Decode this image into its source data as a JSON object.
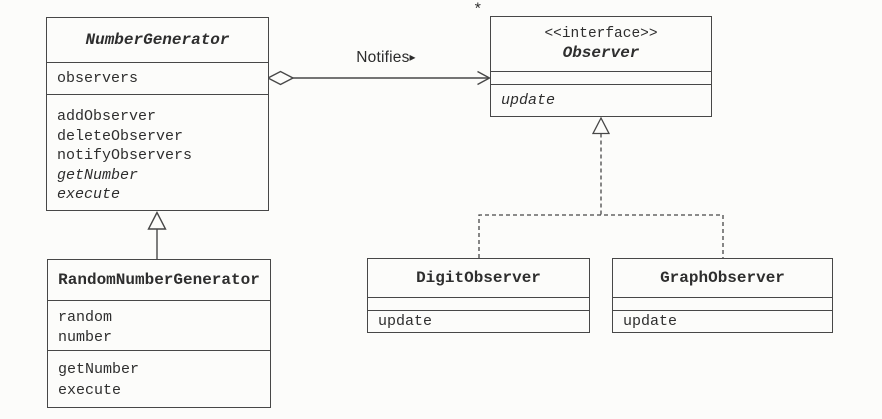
{
  "diagram": {
    "kind": "uml-class-diagram",
    "pattern_name": "Observer",
    "ink_color": "#474747",
    "background_color": "#fcfcfa"
  },
  "classes": {
    "number_generator": {
      "name": "NumberGenerator",
      "name_style": "bold-italic-abstract",
      "attributes": [
        "observers"
      ],
      "methods": [
        "addObserver",
        "deleteObserver",
        "notifyObservers",
        "getNumber",
        "execute"
      ]
    },
    "observer": {
      "stereotype": "<<interface>>",
      "name": "Observer",
      "name_style": "bold-italic-abstract",
      "attributes": [],
      "methods": [
        "update"
      ]
    },
    "random_number_generator": {
      "name": "RandomNumberGenerator",
      "name_style": "bold",
      "attributes": [
        "random",
        "number"
      ],
      "methods": [
        "getNumber",
        "execute"
      ]
    },
    "digit_observer": {
      "name": "DigitObserver",
      "name_style": "bold",
      "attributes": [],
      "methods": [
        "update"
      ]
    },
    "graph_observer": {
      "name": "GraphObserver",
      "name_style": "bold",
      "attributes": [],
      "methods": [
        "update"
      ]
    }
  },
  "relations": {
    "notifies": {
      "label": "Notifies",
      "direction_glyph": "▸",
      "multiplicity": "*"
    }
  }
}
